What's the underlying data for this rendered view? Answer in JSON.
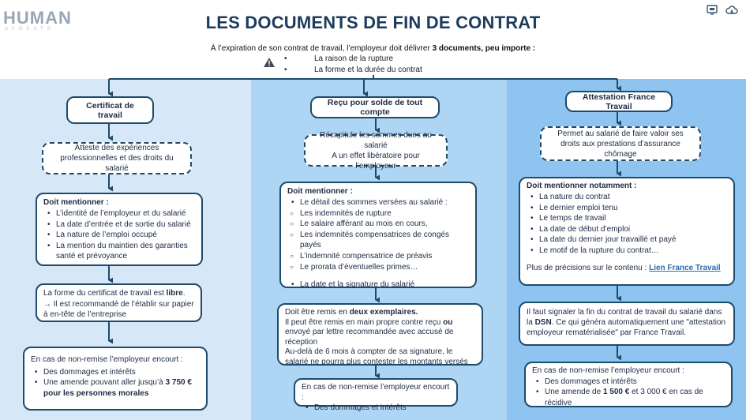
{
  "header": {
    "logo_main": "HUMAN",
    "logo_sub": "AVOCATS",
    "title": "LES DOCUMENTS DE FIN DE CONTRAT",
    "intro_pre": "À l’expiration de son contrat de travail, l’employeur doit délivrer ",
    "intro_bold": "3 documents, peu importe",
    "intro_post": " :",
    "bullets": [
      "La raison de la rupture",
      "La forme et la durée du contrat"
    ]
  },
  "columns": {
    "c1": {
      "header": "Certificat de travail",
      "attests": "Atteste des expériences professionnelles et des droits du salarié",
      "mention_title": "Doit mentionner :",
      "mention_items": [
        "L’identité de l’employeur et du salarié",
        "La date d’entrée et de sortie du salarié",
        "La nature de l’emploi occupé",
        "La mention du maintien des garanties santé et prévoyance"
      ],
      "form_pre": "La forme du certificat de travail est ",
      "form_bold": "libre",
      "form_post": ".",
      "form_line2": "→ Il est recommandé de l’établir sur papier à en-tête de l’entreprise",
      "penalty_title": "En cas de non-remise l’employeur encourt :",
      "penalty_item1": "Des dommages et intérêts",
      "penalty_item2_pre": "Une amende pouvant aller jusqu’à ",
      "penalty_item2_bold": "3 750 € pour les personnes morales"
    },
    "c2": {
      "header": "Reçu pour solde de tout compte",
      "summary_l1": "Récapitule les sommes dues au salarié",
      "summary_l2": "A un effet libératoire pour l’employeur",
      "mention_title": "Doit mentionner :",
      "mention_first": "Le détail des sommes versées au salarié :",
      "mention_sub": [
        "Les indemnités de rupture",
        "Le salaire afférant au mois en cours,",
        "Les indemnités compensatrices de congés payés",
        "L’indemnité compensatrice de préavis",
        "Le prorata d’éventuelles primes…"
      ],
      "mention_last": "La date et la signature du salarié",
      "remis_pre": "Doit être remis en ",
      "remis_bold": "deux exemplaires.",
      "remis_l2_pre": "Il peut être remis en main propre contre reçu ",
      "remis_l2_bold": "ou",
      "remis_l2_post": " envoyé par lettre recommandée avec accusé de réception",
      "remis_l3": "Au-delà de 6 mois à compter de sa signature, le salarié ne pourra plus contester les montants versés",
      "penalty_title": "En cas de non-remise l’employeur encourt :",
      "penalty_item1": "Des dommages et intérêts"
    },
    "c3": {
      "header": "Attestation France Travail",
      "allows": "Permet au salarié de faire valoir ses droits aux prestations d’assurance chômage",
      "mention_title": "Doit mentionner notamment :",
      "mention_items": [
        "La nature du contrat",
        "Le dernier emploi tenu",
        "Le temps de travail",
        "La date de début d’emploi",
        "La date du dernier jour travaillé et payé",
        "Le motif de la rupture du contrat…"
      ],
      "more_pre": "Plus de précisions sur le contenu : ",
      "more_link": "Lien France Travail",
      "dsn_l1": "Il faut signaler la fin du contrat de travail du salarié dans la",
      "dsn_bold": "DSN",
      "dsn_l2": ". Ce qui généra automatiquement une \"attestation employeur rematérialisée\" par France Travail.",
      "penalty_title": "En cas de non-remise l’employeur encourt :",
      "penalty_item1": "Des dommages et intérêts",
      "penalty_item2_pre": "Une amende de ",
      "penalty_item2_bold": "1 500 €",
      "penalty_item2_post": " et 3 000  € en cas de récidive"
    }
  },
  "icons": [
    "screen-icon",
    "cloud-icon",
    "warning-icon"
  ],
  "colors": {
    "col1": "#d6e8f7",
    "col2": "#aed5f4",
    "col3": "#8ec4ef",
    "border": "#1f4b6b",
    "title": "#1d3b5c"
  }
}
